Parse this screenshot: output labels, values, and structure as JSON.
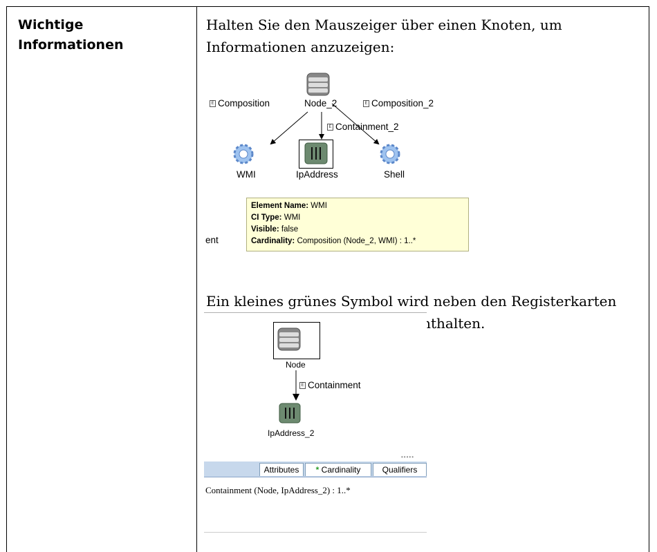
{
  "row": {
    "label": "Wichtige Informationen",
    "para1": "Halten Sie den Mauszeiger über einen Knoten, um Informationen anzuzeigen:",
    "para2": "Ein kleines grünes Symbol wird neben den Registerkarten angezeigt, die Informationen enthalten."
  },
  "screenshot1": {
    "nodes": {
      "top": "Node_2",
      "left": "WMI",
      "center": "IpAddress",
      "right": "Shell"
    },
    "edges": {
      "left": "Composition",
      "right": "Composition_2",
      "center": "Containment_2"
    },
    "clipped_text": "ent",
    "tooltip": {
      "element_name_label": "Element Name:",
      "element_name_value": "WMI",
      "ci_type_label": "CI Type:",
      "ci_type_value": "WMI",
      "visible_label": "Visible:",
      "visible_value": "false",
      "cardinality_label": "Cardinality:",
      "cardinality_value": "Composition (Node_2, WMI) : 1..*"
    }
  },
  "screenshot2": {
    "nodes": {
      "top": "Node",
      "bottom": "IpAddress_2"
    },
    "edge": "Containment",
    "tabs": [
      "Attributes",
      "Cardinality",
      "Qualifiers"
    ],
    "active_tab_marker": "*",
    "content": "Containment (Node, IpAddress_2) : 1..*"
  }
}
